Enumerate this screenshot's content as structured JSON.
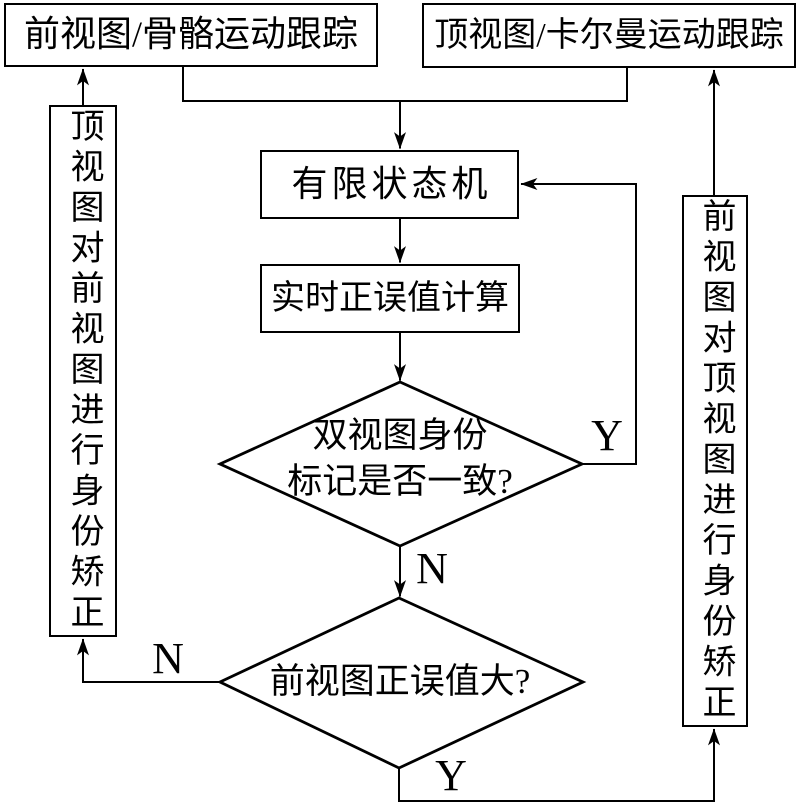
{
  "diagram": {
    "background_color": "#ffffff",
    "line_color": "#000000",
    "nodes": {
      "front_track": {
        "label": "前视图/骨骼运动跟踪"
      },
      "top_track": {
        "label": "顶视图/卡尔曼运动跟踪"
      },
      "fsm": {
        "label": "有限状态机"
      },
      "calc": {
        "label": "实时正误值计算"
      },
      "left_correct": {
        "label": "顶视图对前视图进行身份矫正"
      },
      "right_correct": {
        "label": "前视图对顶视图进行身份矫正"
      },
      "decision_consistent": {
        "line1": "双视图身份",
        "line2": "标记是否一致?"
      },
      "decision_front_error": {
        "label": "前视图正误值大?"
      }
    },
    "edge_labels": {
      "consistent_yes": "Y",
      "consistent_no": "N",
      "front_error_no": "N",
      "front_error_yes": "Y"
    }
  }
}
